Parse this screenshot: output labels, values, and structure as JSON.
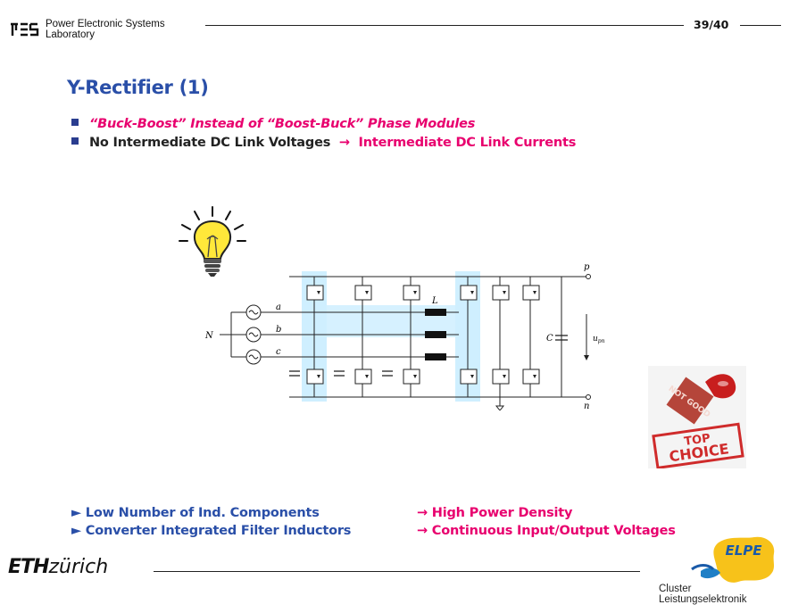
{
  "header": {
    "lab_line1": "Power Electronic Systems",
    "lab_line2": "Laboratory",
    "page": "39/40"
  },
  "title": "Y-Rectifier (1)",
  "bullets": {
    "b1": "“Buck-Boost” Instead of “Boost-Buck” Phase Modules",
    "b2_left": "No Intermediate DC Link Voltages",
    "b2_arrow": "→",
    "b2_right": "Intermediate DC Link Currents"
  },
  "bottom": {
    "l1": "► Low Number of Ind. Components",
    "l2": "► Converter Integrated Filter Inductors",
    "r1": "→ High Power Density",
    "r2": "→ Continuous Input/Output Voltages"
  },
  "schematic": {
    "node_p": "p",
    "node_n": "n",
    "node_N": "N",
    "phase_a": "a",
    "phase_b": "b",
    "phase_c": "c",
    "inductor": "L",
    "cap": "C",
    "voltage": "u",
    "voltage_sub": "pn"
  },
  "stamp": {
    "line1": "TOP",
    "line2": "CHOICE",
    "seal": "NOT GOOD"
  },
  "footer": {
    "eth_bold": "ETH",
    "eth_rest": "zürich",
    "cluster_line1": "Cluster",
    "cluster_line2": "Leistungselektronik",
    "elpe": "ELPE"
  }
}
